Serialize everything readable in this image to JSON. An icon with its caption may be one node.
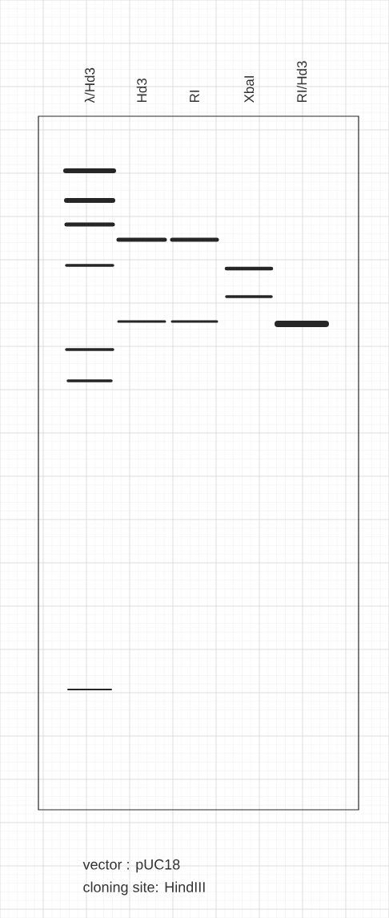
{
  "diagram": {
    "labels": [
      "λ/Hd3",
      "Hd3",
      "RI",
      "XbaI",
      "RI/Hd3",
      "vector : pUC18",
      "cloning site: HindIII"
    ]
  }
}
